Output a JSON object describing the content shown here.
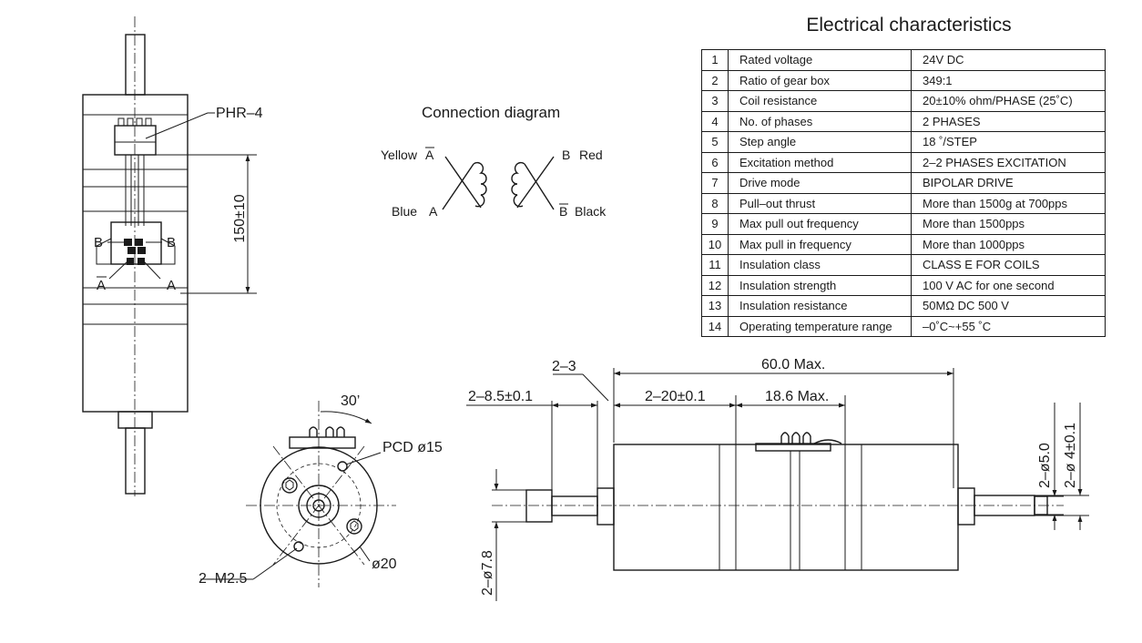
{
  "electrical": {
    "title": "Electrical characteristics",
    "rows": [
      {
        "no": "1",
        "item": "Rated voltage",
        "value": "24V DC"
      },
      {
        "no": "2",
        "item": "Ratio of gear box",
        "value": "349:1"
      },
      {
        "no": "3",
        "item": "Coil resistance",
        "value": "20±10% ohm/PHASE (25˚C)"
      },
      {
        "no": "4",
        "item": "No. of phases",
        "value": "2  PHASES"
      },
      {
        "no": "5",
        "item": "Step angle",
        "value": "18  ˚/STEP"
      },
      {
        "no": "6",
        "item": "Excitation method",
        "value": "2–2 PHASES EXCITATION"
      },
      {
        "no": "7",
        "item": "Drive mode",
        "value": "BIPOLAR DRIVE"
      },
      {
        "no": "8",
        "item": "Pull–out thrust",
        "value": "More than 1500g at 700pps"
      },
      {
        "no": "9",
        "item": "Max pull out frequency",
        "value": "More than 1500pps"
      },
      {
        "no": "10",
        "item": "Max pull in frequency",
        "value": "More than 1000pps"
      },
      {
        "no": "11",
        "item": "Insulation class",
        "value": "CLASS  E FOR COILS"
      },
      {
        "no": "12",
        "item": "Insulation strength",
        "value": "100 V  AC for one second"
      },
      {
        "no": "13",
        "item": "Insulation resistance",
        "value": "50MΩ  DC 500 V"
      },
      {
        "no": "14",
        "item": "Operating temperature range",
        "value": "–0˚C~+55 ˚C"
      }
    ]
  },
  "connection": {
    "title": "Connection diagram",
    "yellow": "Yellow",
    "a_bar": "A",
    "blue": "Blue",
    "a": "A",
    "b": "B",
    "red": "Red",
    "b_bar": "B",
    "black": "Black"
  },
  "front_view": {
    "connector": "PHR–4",
    "cable_length": "150±10",
    "pin_b_left": "B",
    "pin_b_right": "B",
    "pin_a_bar": "A",
    "pin_a": "A"
  },
  "end_view": {
    "angle": "30’",
    "pcd": "PCD  ø15",
    "diameter": "ø20",
    "screws": "2–M2.5"
  },
  "side_view": {
    "chamfer": "2–3",
    "overall_length": "60.0 Max.",
    "shaft_left": "2–8.5±0.1",
    "body_segment": "2–20±0.1",
    "segment_max": "18.6 Max.",
    "flange_diameter": "2–ø7.8",
    "shaft_diameter": "2–ø5.0",
    "shaft_tip_diameter": "2–ø 4±0.1"
  }
}
